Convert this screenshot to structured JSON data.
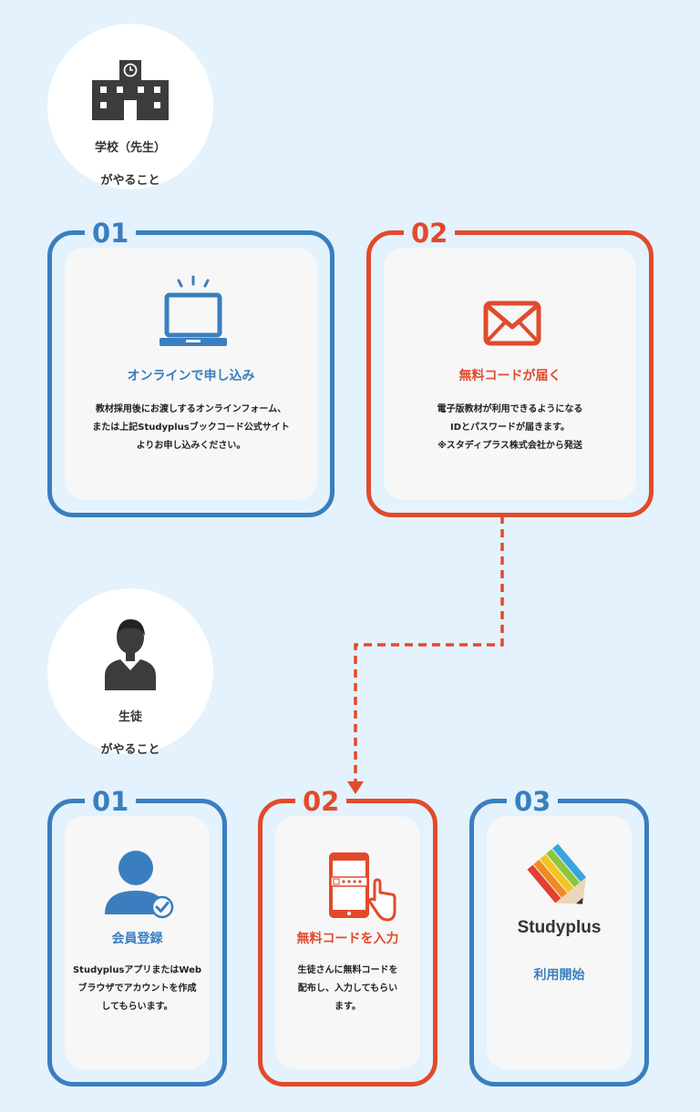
{
  "school": {
    "label_line1": "学校（先生）",
    "label_line2": "がやること",
    "icon": "school-building-icon",
    "steps": [
      {
        "number": "01",
        "title": "オンラインで申し込み",
        "desc_lines": [
          "教材採用後にお渡しするオンラインフォーム、",
          "または上記Studyplusブックコード公式サイト",
          "よりお申し込みください。"
        ],
        "icon": "laptop-icon",
        "color": "#3a7ebf"
      },
      {
        "number": "02",
        "title": "無料コードが届く",
        "desc_lines": [
          "電子版教材が利用できるようになる",
          "IDとパスワードが届きます。",
          "※スタディプラス株式会社から発送"
        ],
        "icon": "mail-icon",
        "color": "#e24a2b"
      }
    ]
  },
  "student": {
    "label_line1": "生徒",
    "label_line2": "がやること",
    "icon": "student-person-icon",
    "steps": [
      {
        "number": "01",
        "title": "会員登録",
        "desc_lines": [
          "StudyplusアプリまたはWeb",
          "ブラウザでアカウントを作成",
          "してもらいます。"
        ],
        "icon": "user-check-icon",
        "color": "#3a7ebf"
      },
      {
        "number": "02",
        "title": "無料コードを入力",
        "desc_lines": [
          "生徒さんに無料コードを",
          "配布し、入力してもらい",
          "ます。"
        ],
        "icon": "smartphone-tap-icon",
        "color": "#e24a2b"
      },
      {
        "number": "03",
        "title": "利用開始",
        "logo_text": "Studyplus",
        "icon": "studyplus-logo-icon",
        "color": "#3a7ebf"
      }
    ]
  },
  "colors": {
    "blue": "#3a7ebf",
    "red": "#e24a2b",
    "background": "#e3f2fc"
  }
}
